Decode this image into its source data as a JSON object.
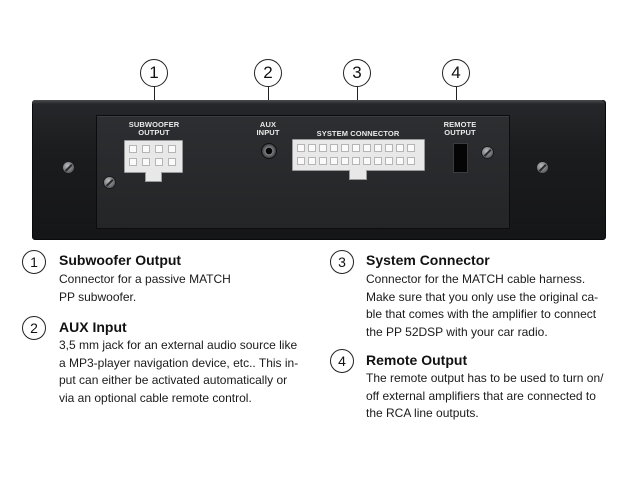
{
  "callouts": [
    "1",
    "2",
    "3",
    "4"
  ],
  "device_labels": {
    "subwoofer_output": [
      "SUBWOOFER",
      "OUTPUT"
    ],
    "aux_input": [
      "AUX",
      "INPUT"
    ],
    "system_connector": "SYSTEM CONNECTOR",
    "remote_output": [
      "REMOTE",
      "OUTPUT"
    ]
  },
  "sections": [
    {
      "number": "1",
      "title": "Subwoofer Output",
      "lines": [
        "Connector for a passive MATCH",
        "PP subwoofer."
      ]
    },
    {
      "number": "2",
      "title": "AUX Input",
      "lines": [
        "3,5 mm jack for an external audio source like",
        "a MP3-player navigation device, etc.. This in-",
        "put can either be activated automatically or",
        "via an optional cable remote control."
      ]
    },
    {
      "number": "3",
      "title": "System Connector",
      "lines": [
        "Connector for the MATCH cable harness.",
        "Make sure that you only use the original ca-",
        "ble that comes with the amplifier to connect",
        "the PP 52DSP with your car radio."
      ]
    },
    {
      "number": "4",
      "title": "Remote Output",
      "lines": [
        "The remote output has to be used to turn on/",
        "off external amplifiers that are connected to",
        "the RCA line outputs."
      ]
    }
  ],
  "colors": {
    "device_body": "#1b1c1e",
    "label_text": "#e9e9e9",
    "connector": "#e8e8e8"
  }
}
